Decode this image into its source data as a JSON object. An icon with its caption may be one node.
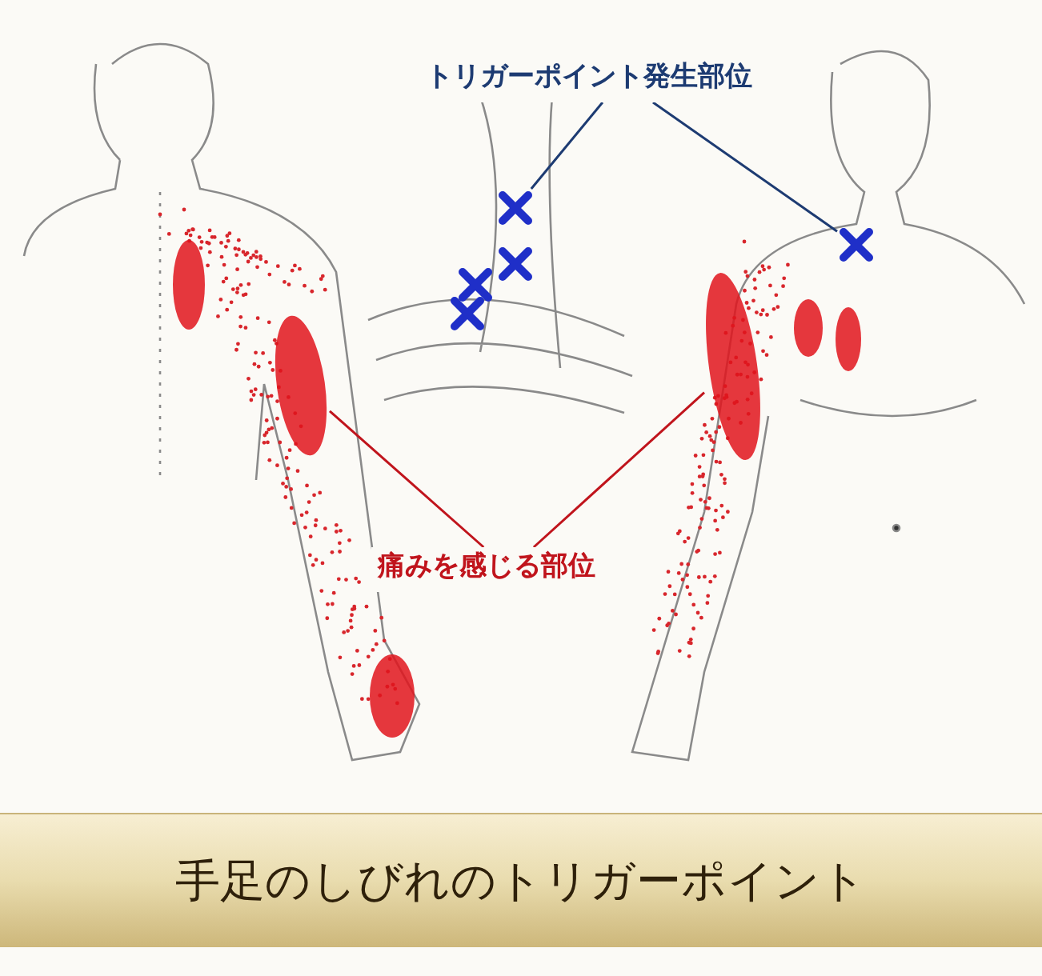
{
  "diagram": {
    "caption": "手足のしびれのトリガーポイント",
    "nodes": [
      {
        "text": [
          "トリガーポイント発生部位"
        ]
      },
      {
        "text": [
          "痛みを感じる部位"
        ]
      },
      {
        "text": [],
        "shape": "cross"
      },
      {
        "text": [],
        "shape": "cross"
      },
      {
        "text": [],
        "shape": "ellipse"
      },
      {
        "text": [],
        "shape": "ellipse"
      }
    ],
    "edges": [
      {
        "from": 0,
        "to": 2,
        "arrow": "none"
      },
      {
        "from": 0,
        "to": 3,
        "arrow": "none"
      },
      {
        "from": 1,
        "to": 4,
        "arrow": "none",
        "color": "#c0141c"
      },
      {
        "from": 1,
        "to": 5,
        "arrow": "none",
        "color": "#c0141c"
      }
    ]
  }
}
